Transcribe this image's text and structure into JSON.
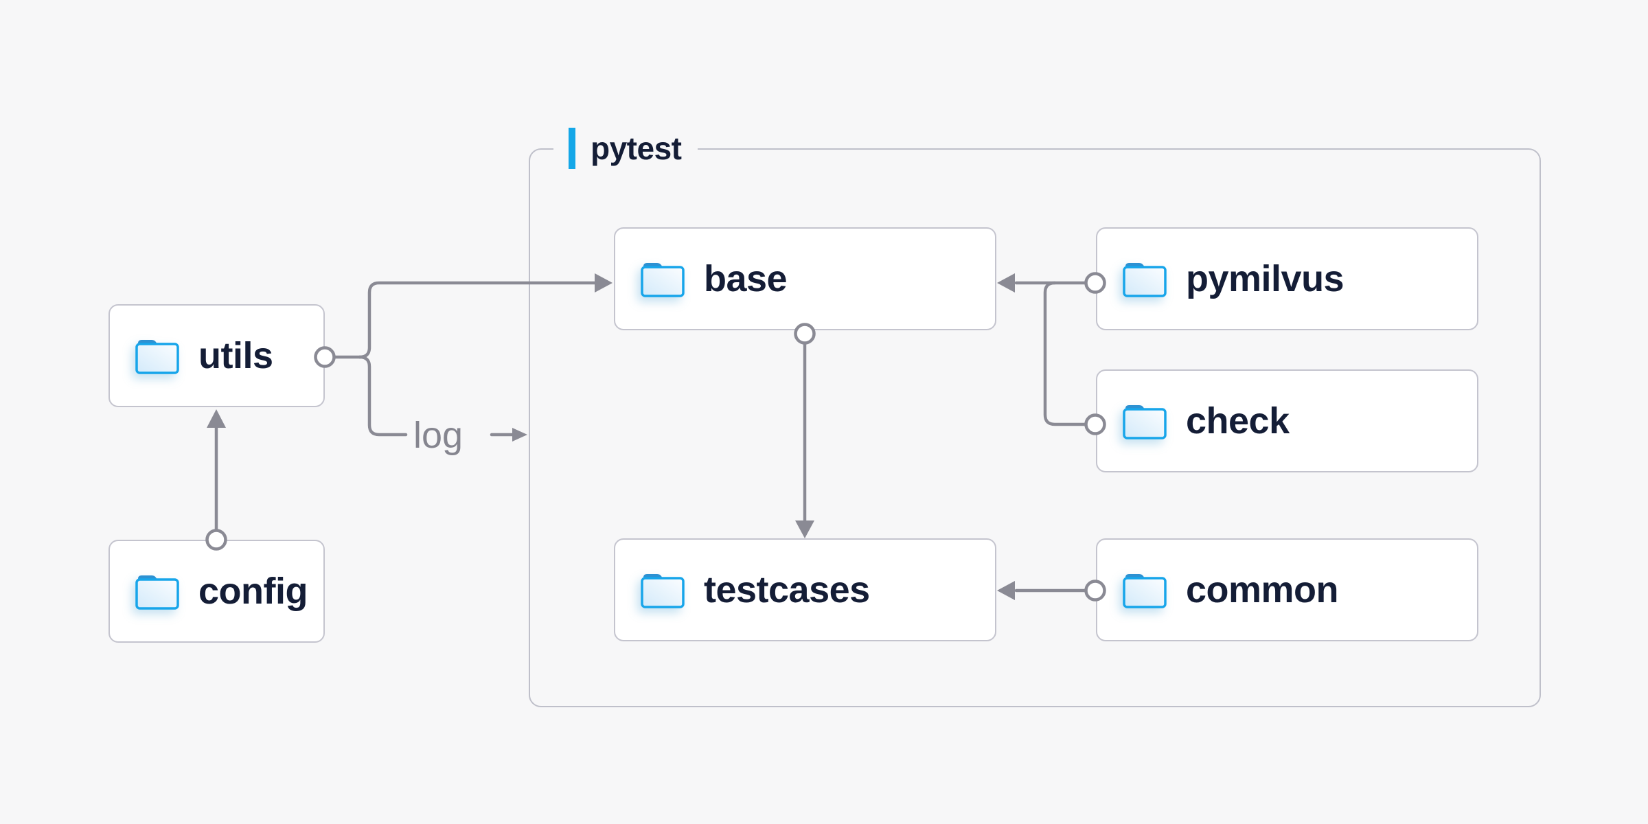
{
  "page": {
    "background": "#f7f7f8"
  },
  "group": {
    "label": "pytest",
    "accent_color": "#14a7e8"
  },
  "nodes": {
    "utils": {
      "label": "utils"
    },
    "config": {
      "label": "config"
    },
    "base": {
      "label": "base"
    },
    "pymilvus": {
      "label": "pymilvus"
    },
    "check": {
      "label": "check"
    },
    "testcases": {
      "label": "testcases"
    },
    "common": {
      "label": "common"
    }
  },
  "edges": {
    "log_label": "log",
    "list": [
      {
        "from": "config",
        "to": "utils"
      },
      {
        "from": "utils",
        "to": "base"
      },
      {
        "from": "utils",
        "to": "log"
      },
      {
        "from": "base",
        "to": "testcases"
      },
      {
        "from": "pymilvus",
        "to": "base"
      },
      {
        "from": "check",
        "to": "base"
      },
      {
        "from": "common",
        "to": "testcases"
      }
    ]
  },
  "colors": {
    "connector": "#8a8a94",
    "node_border": "#c4c4ce",
    "group_border": "#bfc0ca",
    "text": "#141d36",
    "folder_blue": "#17a5ea",
    "folder_tab": "#2d91d2"
  }
}
